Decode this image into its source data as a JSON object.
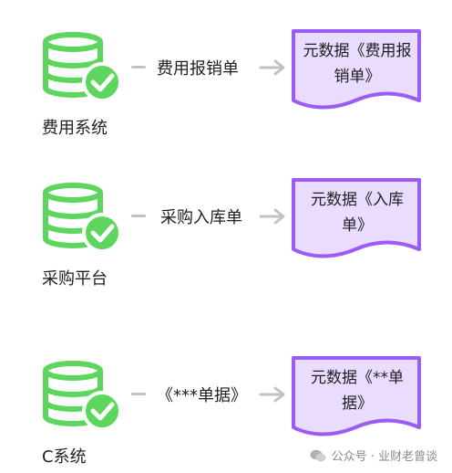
{
  "colors": {
    "database_green": "#5cd65c",
    "document_fill": "#e9dcff",
    "document_border": "#9a5cf5",
    "arrow_gray": "#c2c2c2"
  },
  "rows": [
    {
      "system_label": "费用系统",
      "flow_label": "费用报销单",
      "doc_text": "元数据《费用报销单》"
    },
    {
      "system_label": "采购平台",
      "flow_label": "采购入库单",
      "doc_text": "元数据《入库单》"
    },
    {
      "system_label": "C系统",
      "flow_label": "《***单据》",
      "doc_text": "元数据《**单据》"
    }
  ],
  "watermark": {
    "icon": "wechat-icon",
    "text": "公众号 · 业财老曾谈"
  }
}
